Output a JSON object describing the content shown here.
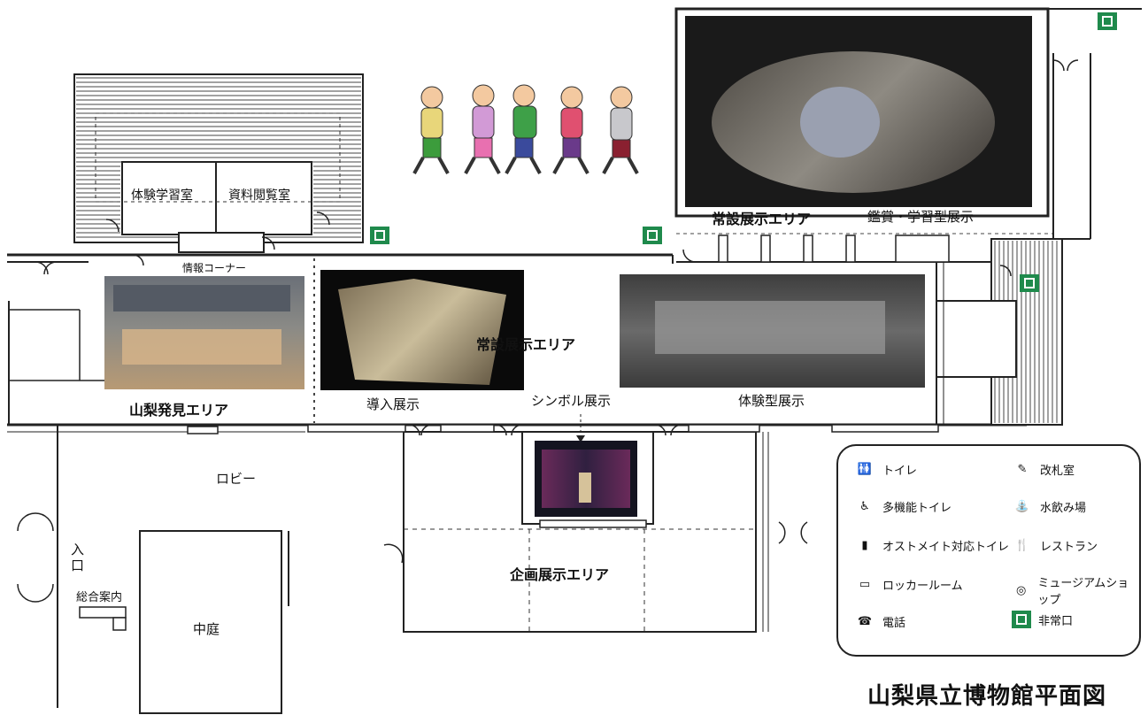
{
  "rooms": {
    "taiken_gakushu": "体験学習室",
    "shiryo_etsuran": "資料閲覧室",
    "joho_corner": "情報コーナー",
    "yamanashi_hakken": "山梨発見エリア",
    "donyu": "導入展示",
    "jousetsu_center": "常設展示エリア",
    "symbol": "シンボル展示",
    "taikengata": "体験型展示",
    "jousetsu_top": "常設展示エリア",
    "kansho_gakushu": "鑑賞・学習型展示",
    "lobby": "ロビー",
    "iriguchi": "入口",
    "sogo_annai": "総合案内",
    "nakaniwa": "中庭",
    "kikaku": "企画展示エリア"
  },
  "legend": [
    {
      "icon": "toilet-icon",
      "label": "トイレ"
    },
    {
      "icon": "ticket-office-icon",
      "label": "改札室"
    },
    {
      "icon": "accessible-toilet-icon",
      "label": "多機能トイレ"
    },
    {
      "icon": "water-fountain-icon",
      "label": "水飲み場"
    },
    {
      "icon": "ostomate-toilet-icon",
      "label": "オストメイト対応トイレ"
    },
    {
      "icon": "restaurant-icon",
      "label": "レストラン"
    },
    {
      "icon": "locker-icon",
      "label": "ロッカールーム"
    },
    {
      "icon": "museum-shop-icon",
      "label": "ミュージアムショップ"
    },
    {
      "icon": "phone-icon",
      "label": "電話"
    },
    {
      "icon": "emergency-exit-icon",
      "label": "非常口"
    }
  ],
  "title": "山梨県立博物館平面図",
  "colors": {
    "exit": "#1f8a4c",
    "wall": "#222222"
  }
}
